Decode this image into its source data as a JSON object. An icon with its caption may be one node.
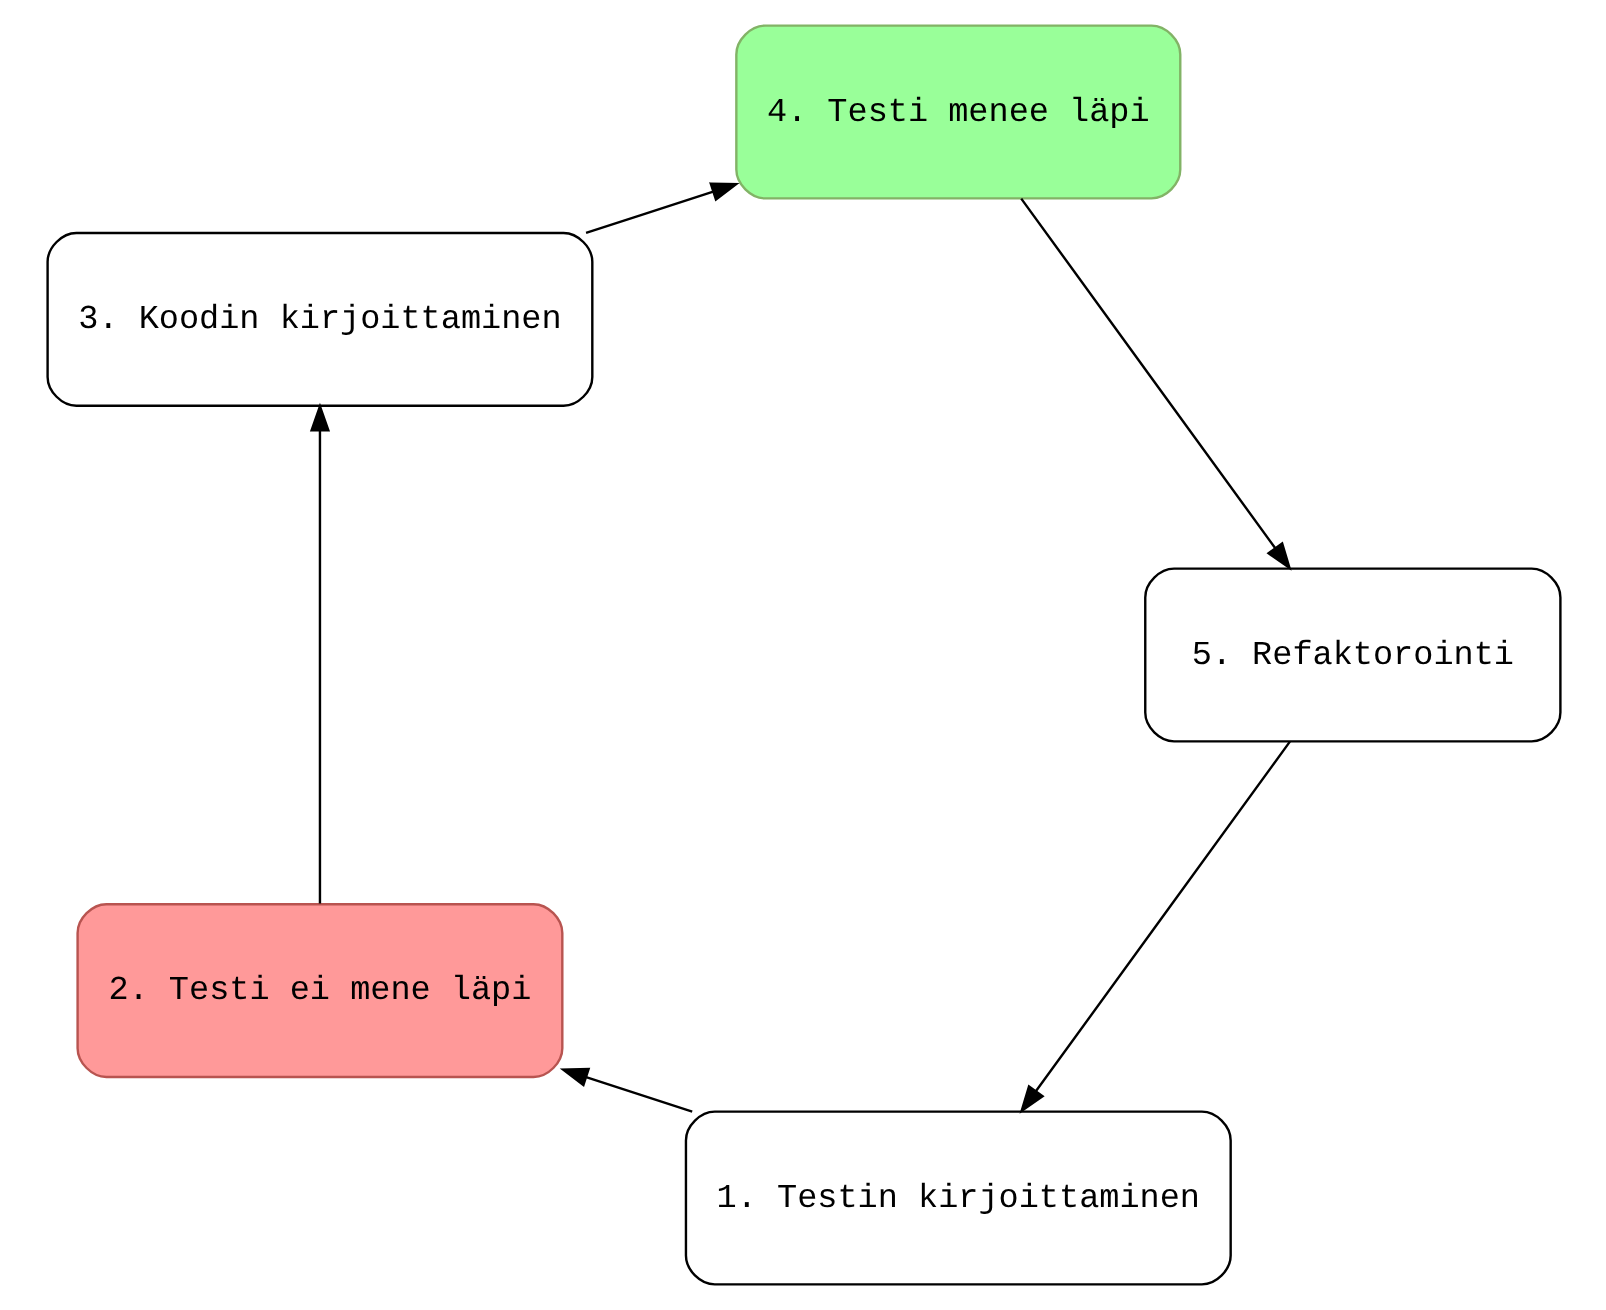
{
  "diagram": {
    "nodes": [
      {
        "text": [
          "1. Testin kirjoittaminen"
        ]
      },
      {
        "text": [
          "2. Testi ei mene läpi"
        ]
      },
      {
        "text": [
          "3. Koodin kirjoittaminen"
        ]
      },
      {
        "text": [
          "4. Testi menee läpi"
        ]
      },
      {
        "text": [
          "5. Refaktorointi"
        ]
      }
    ],
    "edges": [
      {
        "from": 0,
        "to": 1,
        "arrow": "to"
      },
      {
        "from": 1,
        "to": 2,
        "arrow": "to"
      },
      {
        "from": 2,
        "to": 3,
        "arrow": "to"
      },
      {
        "from": 3,
        "to": 4,
        "arrow": "to"
      },
      {
        "from": 4,
        "to": 0,
        "arrow": "to"
      }
    ]
  }
}
